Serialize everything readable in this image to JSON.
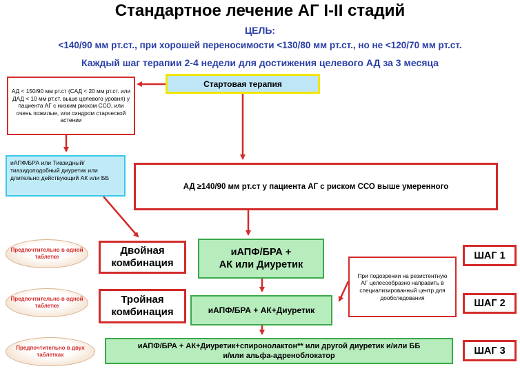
{
  "title": "Стандартное лечение АГ I-II стадий",
  "goal": {
    "label": "ЦЕЛЬ:",
    "text": "<140/90 мм рт.ст., при хорошей переносимости <130/80 мм рт.ст., но не <120/70 мм рт.ст.",
    "step_note": "Каждый шаг терапии 2-4 недели  для достижения целевого АД за 3 месяца"
  },
  "boxes": {
    "start": "Стартовая терапия",
    "low_risk": "АД < 150/90 мм рт.ст (САД < 20 мм рт.ст. или ДАД < 10 мм рт.ст. выше целевого уровня) у пациента  АГ с низким риском ССО, или очень пожилые, или синдром старческой астении",
    "mono": "иАПФ/БРА или Тиазидный/тиазидоподобный диуретик или длительно действующий АК или ББ",
    "high_risk": "АД ≥140/90 мм рт.ст у пациента АГ с риском ССО выше умеренного",
    "resistant": "При подозрении на резистентную АГ целесообразно направить в специализированный центр для дообследования"
  },
  "steps": {
    "step1": {
      "label": "ШАГ 1",
      "combo": "Двойная комбинация",
      "therapy_line1": "иАПФ/БРА +",
      "therapy_line2": "АК или Диуретик",
      "pill": "Предпочтительно в одной таблетке"
    },
    "step2": {
      "label": "ШАГ 2",
      "combo": "Тройная комбинация",
      "therapy": "иАПФ/БРА  + АК+Диуретик",
      "pill": "Предпочтительно в одной таблетке"
    },
    "step3": {
      "label": "ШАГ 3",
      "therapy_line1": "иАПФ/БРА  + АК+Диуретик+спиронолактон**  или другой диуретик и/или ББ",
      "therapy_line2": "и/или альфа-адреноблокатор",
      "pill": "Предпочтительно в двух таблетках"
    }
  },
  "colors": {
    "red": "#d42a2a",
    "blue_text": "#2a3fa8",
    "green_fill": "#b7ecbd",
    "cyan_fill": "#bfeaf7",
    "start_fill": "#bfe6f7",
    "start_border": "#f2e600"
  }
}
